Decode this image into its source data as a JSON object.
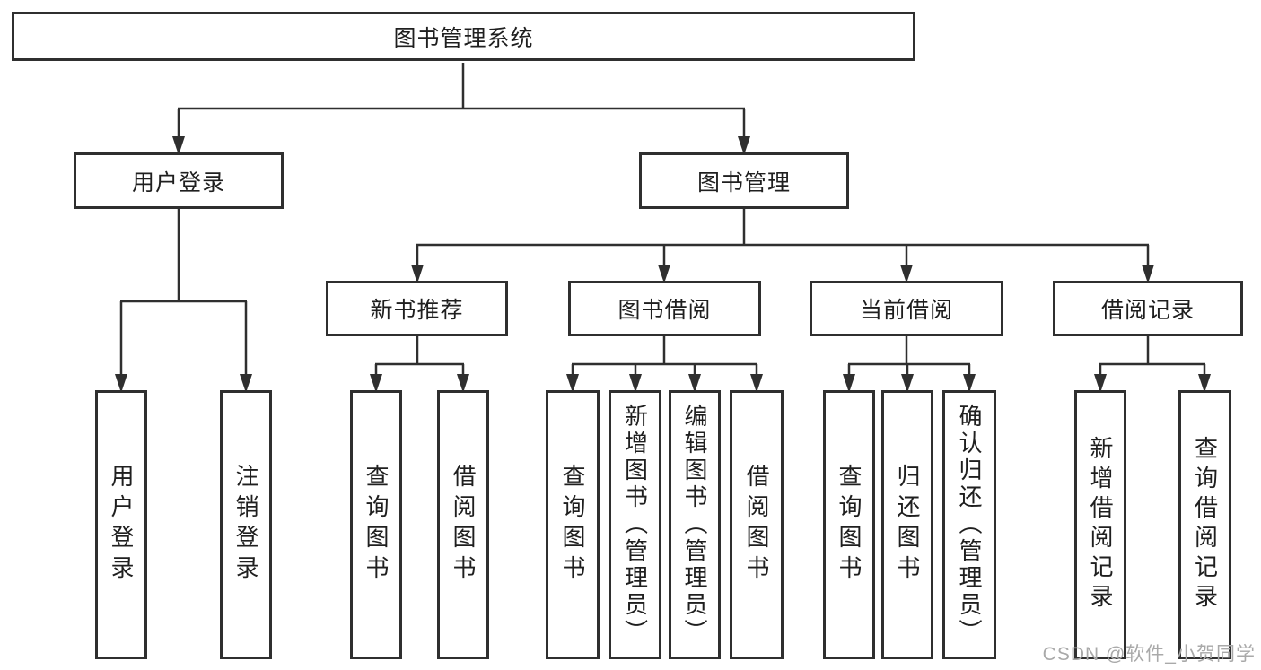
{
  "tree": {
    "label": "图书管理系统",
    "children": [
      {
        "label": "用户登录",
        "children": [
          {
            "label": "用户登录"
          },
          {
            "label": "注销登录"
          }
        ]
      },
      {
        "label": "图书管理",
        "children": [
          {
            "label": "新书推荐",
            "children": [
              {
                "label": "查询图书"
              },
              {
                "label": "借阅图书"
              }
            ]
          },
          {
            "label": "图书借阅",
            "children": [
              {
                "label": "查询图书"
              },
              {
                "label": "新增图书（管理员）"
              },
              {
                "label": "编辑图书（管理员）"
              },
              {
                "label": "借阅图书"
              }
            ]
          },
          {
            "label": "当前借阅",
            "children": [
              {
                "label": "查询图书"
              },
              {
                "label": "归还图书"
              },
              {
                "label": "确认归还（管理员）"
              }
            ]
          },
          {
            "label": "借阅记录",
            "children": [
              {
                "label": "新增借阅记录"
              },
              {
                "label": "查询借阅记录"
              }
            ]
          }
        ]
      }
    ]
  },
  "watermark": {
    "text": "CSDN @软件_小贺同学"
  },
  "colors": {
    "line": "#2f2f2f",
    "box_border": "#2f2f2f",
    "background": "#ffffff",
    "watermark_text": "#a9a9a9"
  }
}
